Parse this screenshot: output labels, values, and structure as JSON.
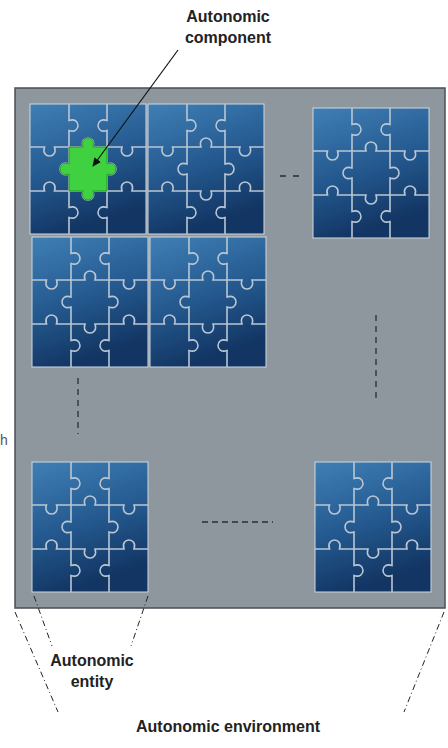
{
  "diagram": {
    "labels": [
      "Autonomic component",
      "Autonomic entity",
      "Autonomic environment",
      "h"
    ]
  }
}
